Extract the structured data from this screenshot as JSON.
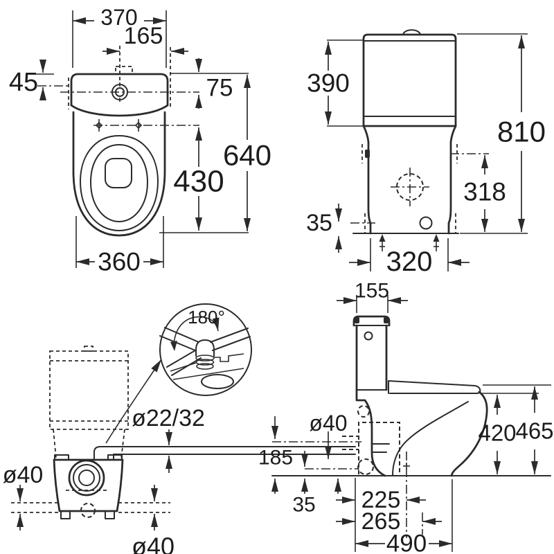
{
  "style": {
    "line_color": "#2b2b2b",
    "background": "#ffffff"
  },
  "drawing": {
    "description": "Close coupled WC with macerator pump - dimension drawing, four views",
    "views": {
      "plan": {
        "dims": {
          "overall_width": "370",
          "flush_offset": "165",
          "inlet_offset": "45",
          "valve_depth": "75",
          "overall_depth": "640",
          "fixing_depth": "430",
          "bowl_width": "360"
        }
      },
      "rear": {
        "dims": {
          "cistern_height": "390",
          "overall_height": "810",
          "inlet_height": "318",
          "base_height": "35",
          "fixing_centres": "320"
        }
      },
      "macerator": {
        "dims": {
          "swivel_angle": "180°",
          "discharge_dia": "ø22/32",
          "side_dia": "ø40",
          "base_dia": "ø40"
        }
      },
      "side": {
        "dims": {
          "cistern_depth": "155",
          "outlet_dia": "ø40",
          "outlet_height": "185",
          "base_height": "35",
          "outlet_a": "225",
          "outlet_b": "265",
          "overall_depth": "490",
          "rim_height": "420",
          "overall_height": "465"
        }
      }
    }
  }
}
